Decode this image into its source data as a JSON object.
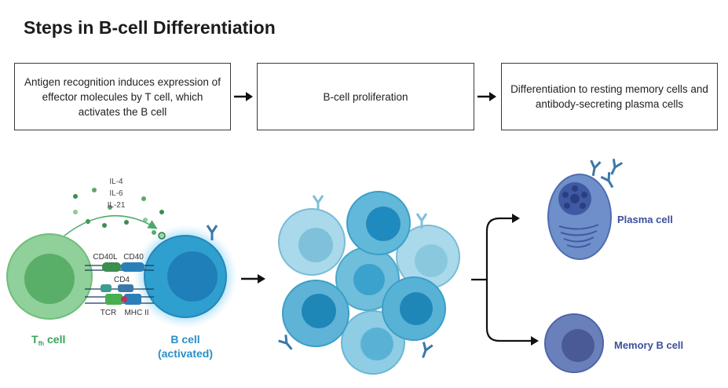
{
  "title": "Steps in B-cell Differentiation",
  "steps": [
    {
      "text": "Antigen recognition induces expression of effector molecules by T cell, which activates the B cell"
    },
    {
      "text": "B-cell proliferation"
    },
    {
      "text": "Differentiation to resting memory cells and antibody-secreting plasma cells"
    }
  ],
  "cytokines": [
    "IL-4",
    "IL-6",
    "IL-21"
  ],
  "molecules": {
    "cd40l": "CD40L",
    "cd40": "CD40",
    "cd4": "CD4",
    "tcr": "TCR",
    "mhc": "MHC II"
  },
  "cells": {
    "tfh_main": "T",
    "tfh_sub": "fh",
    "tfh_suffix": " cell",
    "bcell_line1": "B cell",
    "bcell_line2": "(activated)",
    "plasma": "Plasma cell",
    "memory": "Memory B cell"
  },
  "colors": {
    "tcell_green": "#6fbf78",
    "tcell_label": "#3aa45a",
    "bcell_blue": "#2f9fd0",
    "bcell_label": "#2a8fc8",
    "plasma_label": "#3c4f9c",
    "memory_cell": "#5f76b3"
  }
}
